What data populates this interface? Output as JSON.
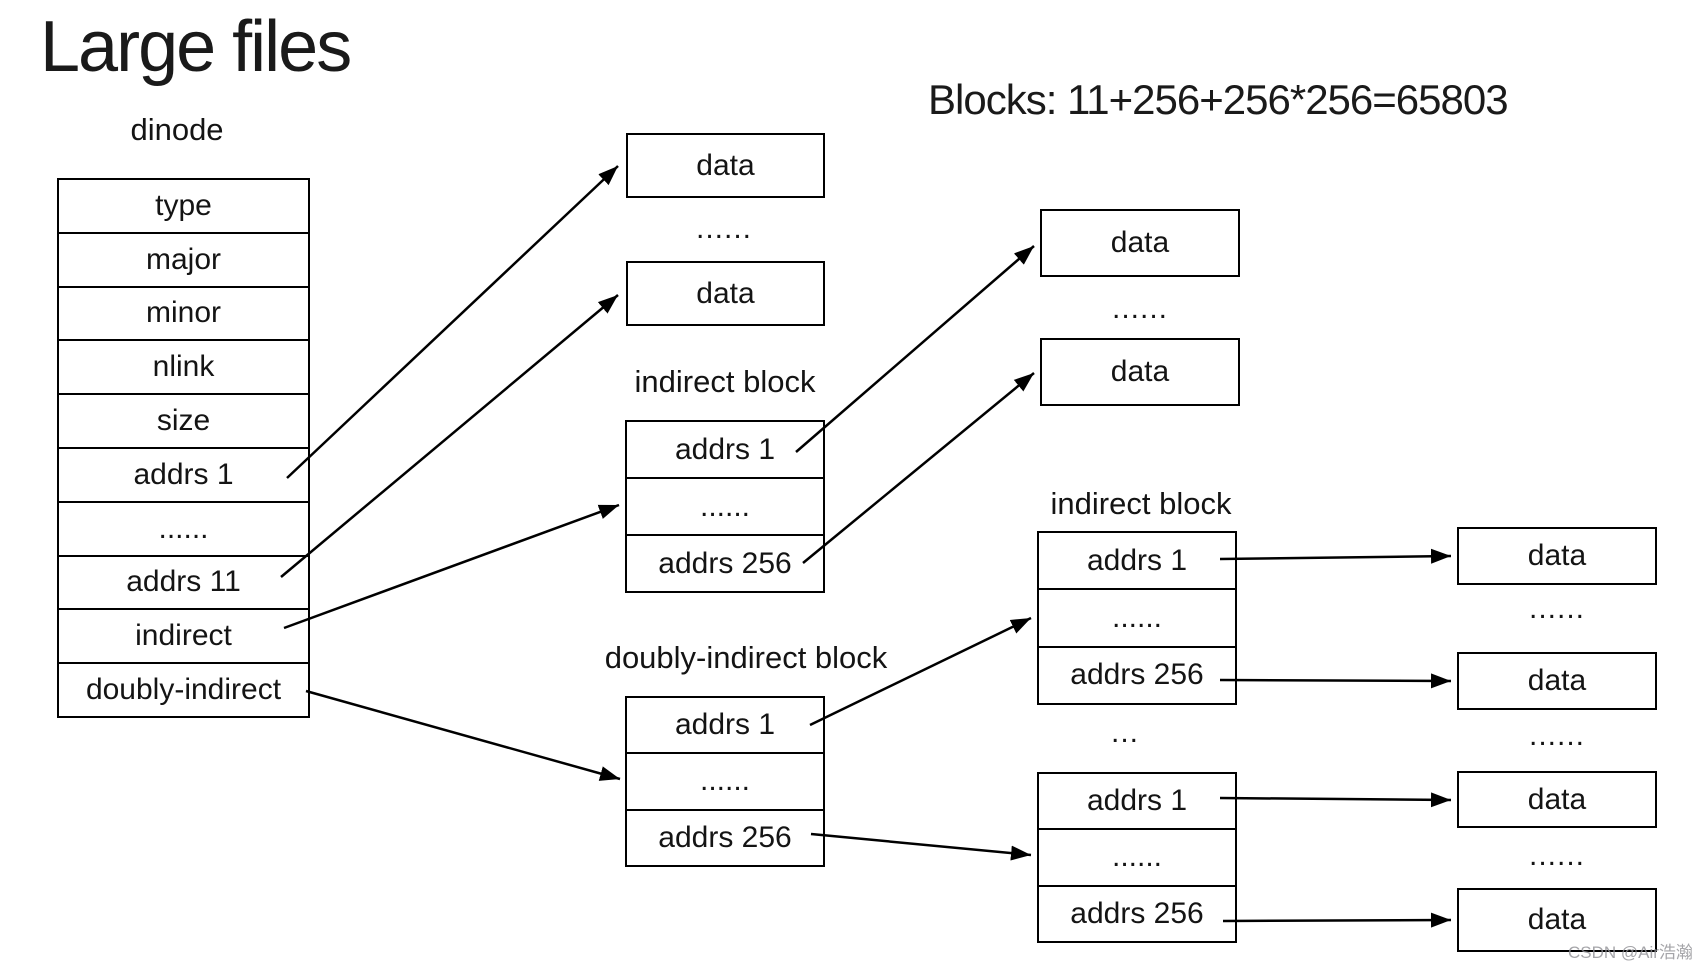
{
  "colors": {
    "ink": "#000000",
    "watermark": "#8e8e94"
  },
  "title": "Large files",
  "formula": "Blocks: 11+256+256*256=65803",
  "watermark": "CSDN @Air浩瀚",
  "dinode": {
    "label": "dinode",
    "rows": [
      "type",
      "major",
      "minor",
      "nlink",
      "size",
      "addrs 1",
      "......",
      "addrs 11",
      "indirect",
      "doubly-indirect"
    ]
  },
  "direct_data": {
    "box1": "data",
    "ellipsis": "......",
    "box2": "data"
  },
  "indirect_block": {
    "label": "indirect block",
    "rows": [
      "addrs 1",
      "......",
      "addrs 256"
    ]
  },
  "doubly_indirect_block": {
    "label": "doubly-indirect block",
    "rows": [
      "addrs 1",
      "......",
      "addrs 256"
    ]
  },
  "level2_data": {
    "box1": "data",
    "ellipsis": "......",
    "box2": "data"
  },
  "level2_indirect": {
    "label": "indirect block",
    "table1_rows": [
      "addrs 1",
      "......",
      "addrs 256"
    ],
    "between_ellipsis": "...",
    "table2_rows": [
      "addrs 1",
      "......",
      "addrs 256"
    ]
  },
  "leaf_data": {
    "boxes": [
      "data",
      "data",
      "data",
      "data"
    ],
    "ellipses": [
      "......",
      "......",
      "......"
    ]
  }
}
